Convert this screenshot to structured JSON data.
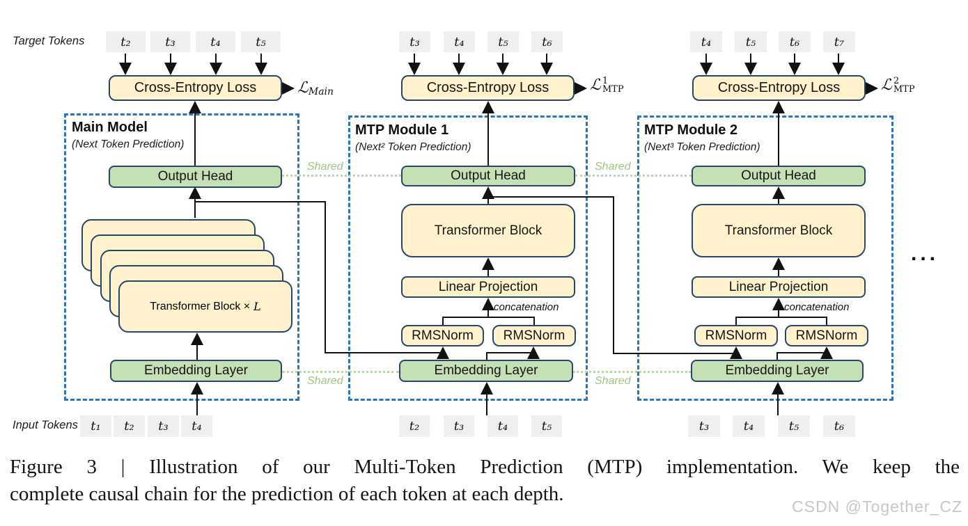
{
  "diagram": {
    "target_tokens_label": "Target Tokens",
    "input_tokens_label": "Input Tokens",
    "shared_label": "Shared",
    "ellipsis": "...",
    "colors": {
      "box_yellow": "#FFF2CC",
      "box_green": "#C5E0B4",
      "box_border_navy": "#27466B",
      "module_dashed_blue": "#2E75B6",
      "shared_green": "#9CC981",
      "token_gray": "#EFEFEF"
    },
    "modules": [
      {
        "title": "Main Model",
        "subtitle": "(Next Token Prediction)",
        "target_tokens": [
          "t₂",
          "t₃",
          "t₄",
          "t₅"
        ],
        "input_tokens": [
          "t₁",
          "t₂",
          "t₃",
          "t₄"
        ],
        "cross_entropy_label": "Cross-Entropy Loss",
        "loss": {
          "script": "ℒ",
          "sub": "Main"
        },
        "output_head_label": "Output Head",
        "stack_label": "Transformer Block ×",
        "stack_label_var": "L",
        "embedding_label": "Embedding Layer"
      },
      {
        "title": "MTP Module 1",
        "subtitle": "(Next² Token Prediction)",
        "target_tokens": [
          "t₃",
          "t₄",
          "t₅",
          "t₆"
        ],
        "input_tokens": [
          "t₂",
          "t₃",
          "t₄",
          "t₅"
        ],
        "cross_entropy_label": "Cross-Entropy Loss",
        "loss": {
          "script": "ℒ",
          "sup": "1",
          "sub": "MTP"
        },
        "output_head_label": "Output Head",
        "transformer_label": "Transformer Block",
        "linear_projection_label": "Linear Projection",
        "concatenation_label": "concatenation",
        "rmsnorm_left_label": "RMSNorm",
        "rmsnorm_right_label": "RMSNorm",
        "embedding_label": "Embedding Layer"
      },
      {
        "title": "MTP Module 2",
        "subtitle": "(Next³ Token Prediction)",
        "target_tokens": [
          "t₄",
          "t₅",
          "t₆",
          "t₇"
        ],
        "input_tokens": [
          "t₃",
          "t₄",
          "t₅",
          "t₆"
        ],
        "cross_entropy_label": "Cross-Entropy Loss",
        "loss": {
          "script": "ℒ",
          "sup": "2",
          "sub": "MTP"
        },
        "output_head_label": "Output Head",
        "transformer_label": "Transformer Block",
        "linear_projection_label": "Linear Projection",
        "concatenation_label": "concatenation",
        "rmsnorm_left_label": "RMSNorm",
        "rmsnorm_right_label": "RMSNorm",
        "embedding_label": "Embedding Layer"
      }
    ],
    "caption_line1": "Figure 3 | Illustration of our Multi-Token Prediction (MTP) implementation.  We keep the",
    "caption_line2": "complete causal chain for the prediction of each token at each depth.",
    "watermark": "CSDN @Together_CZ"
  }
}
